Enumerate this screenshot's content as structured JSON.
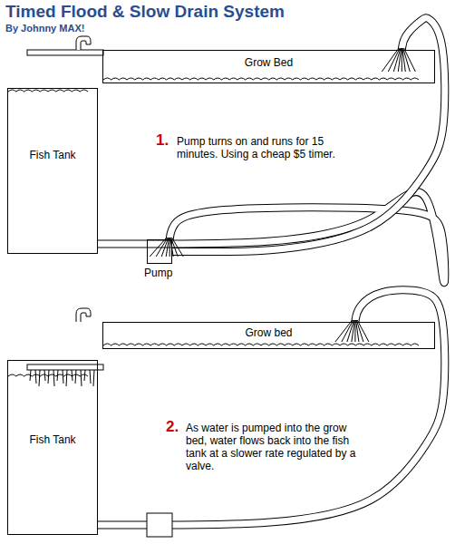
{
  "diagram": {
    "title": "Timed Flood & Slow Drain System",
    "nodes": [
      {
        "text": [
          "Grow Bed"
        ]
      },
      {
        "text": [
          "Fish Tank"
        ]
      },
      {
        "text": [
          "Pump"
        ]
      },
      {
        "text": [
          "Grow bed"
        ]
      },
      {
        "text": [
          "Fish Tank"
        ]
      }
    ],
    "edges": [
      {
        "from": 1,
        "to": 2,
        "arrow": "none"
      },
      {
        "from": 2,
        "to": 0,
        "arrow": "none"
      },
      {
        "from": 4,
        "to": 3,
        "arrow": "none"
      }
    ],
    "labels": [
      "By Johnny MAX!",
      "1.",
      "Pump turns on and runs for 15 minutes. Using a cheap $5 timer.",
      "2.",
      "As water is pumped into the grow bed, water flows back into the fish tank at a slower rate regulated by a valve."
    ]
  }
}
